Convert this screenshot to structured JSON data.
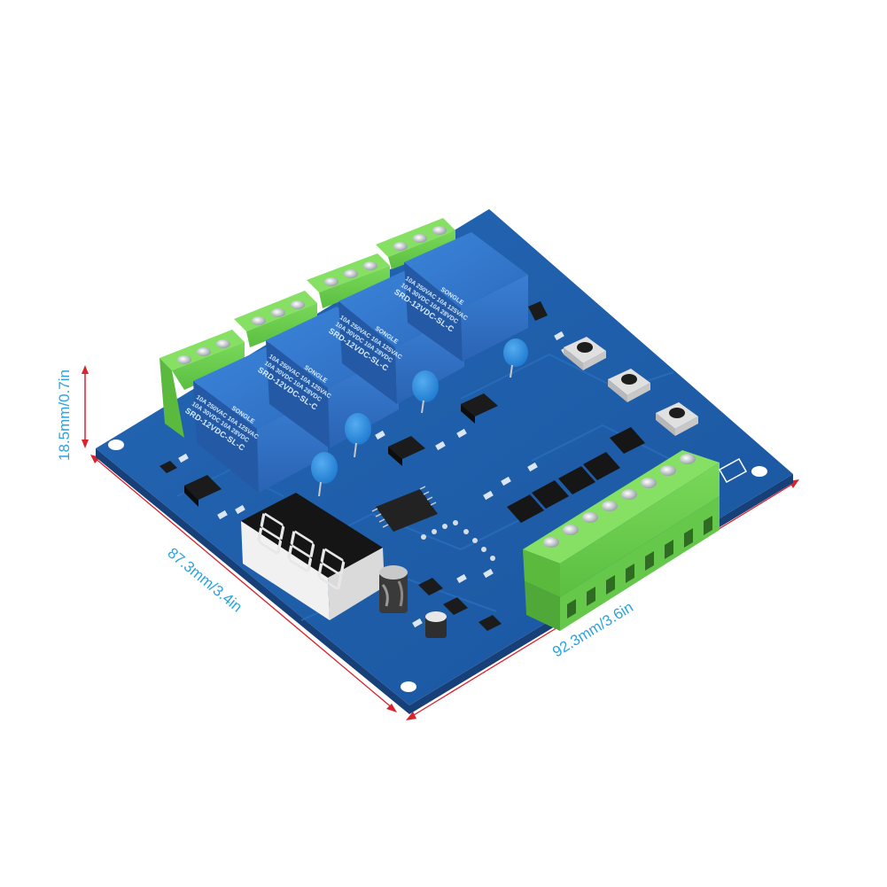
{
  "image": {
    "subject": "4-channel relay module board with 3-digit LED display",
    "background_color": "#ffffff"
  },
  "dimensions": {
    "height_label": "18.5mm/0.7in",
    "depth_label": "87.3mm/3.4in",
    "width_label": "92.3mm/3.6in",
    "arrow_color": "#d9232d",
    "text_color": "#2aa3df"
  },
  "board": {
    "pcb_color": "#1f5fa8",
    "pcb_edge_color": "#173f78",
    "silkscreen_color": "#ffffff"
  },
  "relays": [
    {
      "index": 1,
      "brand": "SONGLE",
      "rating_line1": "10A 250VAC  10A 125VAC",
      "rating_line2": "10A 30VDC  10A 28VDC",
      "model": "SRD-12VDC-SL-C"
    },
    {
      "index": 2,
      "brand": "SONGLE",
      "rating_line1": "10A 250VAC  10A 125VAC",
      "rating_line2": "10A 30VDC  10A 28VDC",
      "model": "SRD-12VDC-SL-C"
    },
    {
      "index": 3,
      "brand": "SONGLE",
      "rating_line1": "10A 250VAC  10A 125VAC",
      "rating_line2": "10A 30VDC  10A 28VDC",
      "model": "SRD-12VDC-SL-C"
    },
    {
      "index": 4,
      "brand": "SONGLE",
      "rating_line1": "10A 250VAC  10A 125VAC",
      "rating_line2": "10A 30VDC  10A 28VDC",
      "model": "SRD-12VDC-SL-C"
    }
  ],
  "relay_color": "#2f6fc4",
  "terminal_color": "#6fcf4f",
  "relay_terminals": {
    "count": 4,
    "screws_each": 3
  },
  "input_terminal": {
    "screws": 8
  },
  "display": {
    "digits": 3,
    "value": "888",
    "segment_color_off": "#e7e7e7",
    "face_color": "#151515"
  },
  "buttons": {
    "count": 3
  },
  "capacitors": {
    "ceramic_count": 4,
    "ceramic_color": "#2e8fe0",
    "electrolytic_count": 2
  },
  "optocouplers": {
    "count": 9
  }
}
